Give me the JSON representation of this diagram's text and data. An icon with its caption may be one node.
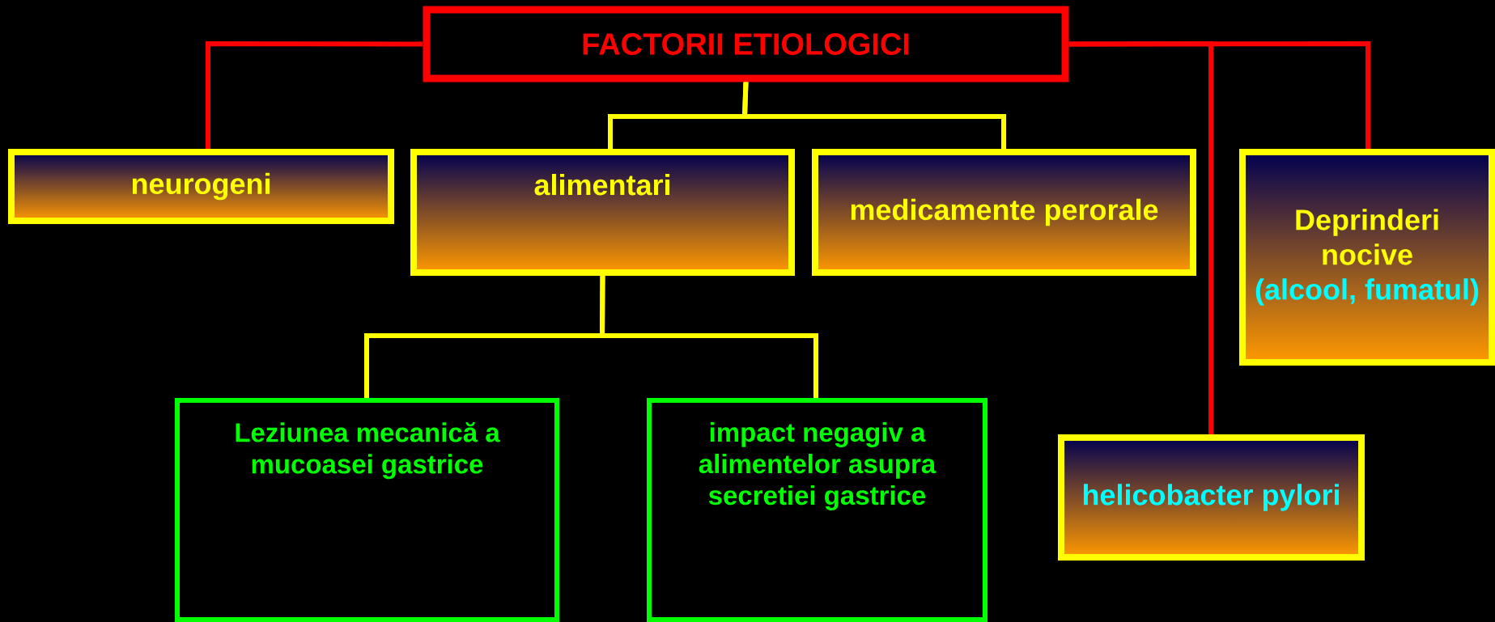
{
  "diagram": {
    "nodes": [
      {
        "text": [
          "FACTORII ETIOLOGICI"
        ]
      },
      {
        "text": [
          "neurogeni"
        ]
      },
      {
        "text": [
          "alimentari"
        ]
      },
      {
        "text": [
          "medicamente perorale"
        ]
      },
      {
        "text": [
          "Deprinderi nocive",
          "(alcool, fumatul)"
        ]
      },
      {
        "text": [
          "Leziunea mecanică a mucoasei gastrice"
        ]
      },
      {
        "text": [
          "impact negagiv a alimentelor asupra secretiei gastrice"
        ]
      },
      {
        "text": [
          "helicobacter pylori"
        ]
      }
    ],
    "edges": [
      {
        "from": 0,
        "to": 1,
        "arrow": "none",
        "color": "#ff0000"
      },
      {
        "from": 0,
        "to": 2,
        "arrow": "none"
      },
      {
        "from": 0,
        "to": 3,
        "arrow": "none"
      },
      {
        "from": 0,
        "to": 4,
        "arrow": "none",
        "color": "#ff0000"
      },
      {
        "from": 0,
        "to": 7,
        "arrow": "none",
        "color": "#ff0000"
      },
      {
        "from": 2,
        "to": 5,
        "arrow": "none"
      },
      {
        "from": 2,
        "to": 6,
        "arrow": "none"
      }
    ]
  }
}
